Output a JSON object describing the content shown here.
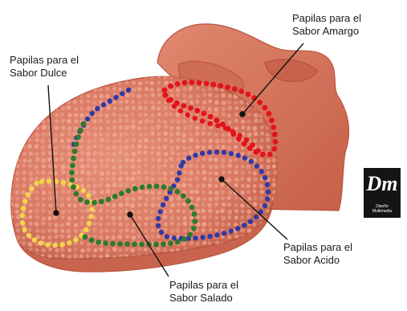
{
  "diagram": {
    "labels": {
      "dulce": [
        "Papilas para el",
        "Sabor Dulce"
      ],
      "amargo": [
        "Papilas para el",
        "Sabor Amargo"
      ],
      "acido": [
        "Papilas para el",
        "Sabor Acido"
      ],
      "salado": [
        "Papilas para el",
        "Sabor Salado"
      ]
    },
    "colors": {
      "tongue": "#d97862",
      "tongue_dark": "#c25a44",
      "papillae": "#f3b49f",
      "sweet": "#f2d64a",
      "bitter": "#e3121b",
      "sour": "#2f3aa6",
      "salty": "#2f7a2c",
      "pointer": "#111111"
    }
  },
  "logo": {
    "mark": "Dm",
    "line1": "Diseño",
    "line2": "Multimedia"
  }
}
